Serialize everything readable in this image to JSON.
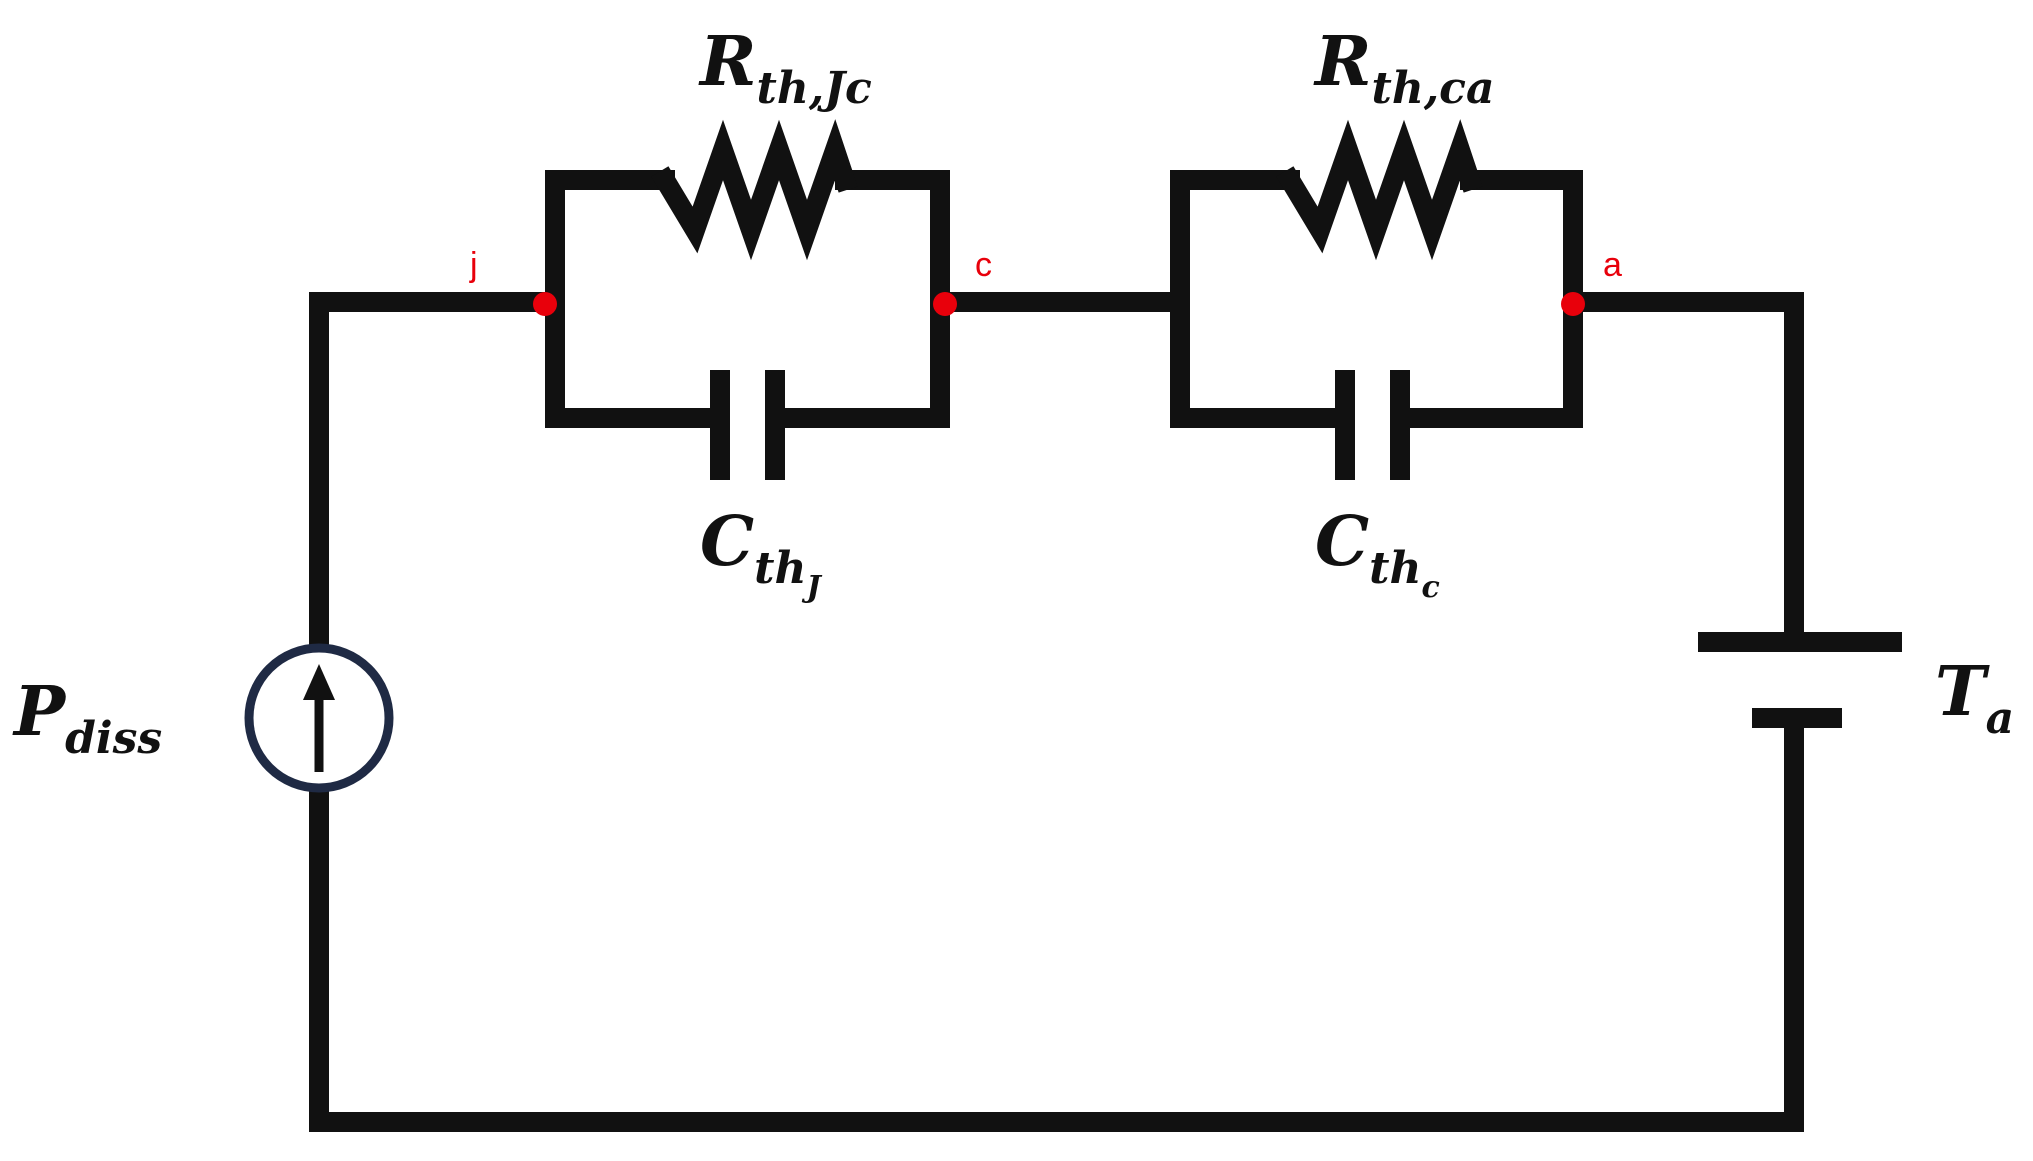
{
  "components": {
    "resistor_jc": {
      "symbol": "R",
      "subscript": "th,Jc"
    },
    "resistor_ca": {
      "symbol": "R",
      "subscript": "th,ca"
    },
    "capacitor_j": {
      "symbol": "C",
      "subscript": "th",
      "subsubscript": "J"
    },
    "capacitor_c": {
      "symbol": "C",
      "subscript": "th",
      "subsubscript": "c"
    },
    "source": {
      "symbol": "P",
      "subscript": "diss"
    },
    "battery": {
      "symbol": "T",
      "subscript": "a"
    }
  },
  "nodes": [
    {
      "id": "j",
      "label": "j"
    },
    {
      "id": "c",
      "label": "c"
    },
    {
      "id": "a",
      "label": "a"
    }
  ],
  "colors": {
    "wire": "#111111",
    "node": "#e8000b",
    "source_ring": "#1f2a44"
  }
}
